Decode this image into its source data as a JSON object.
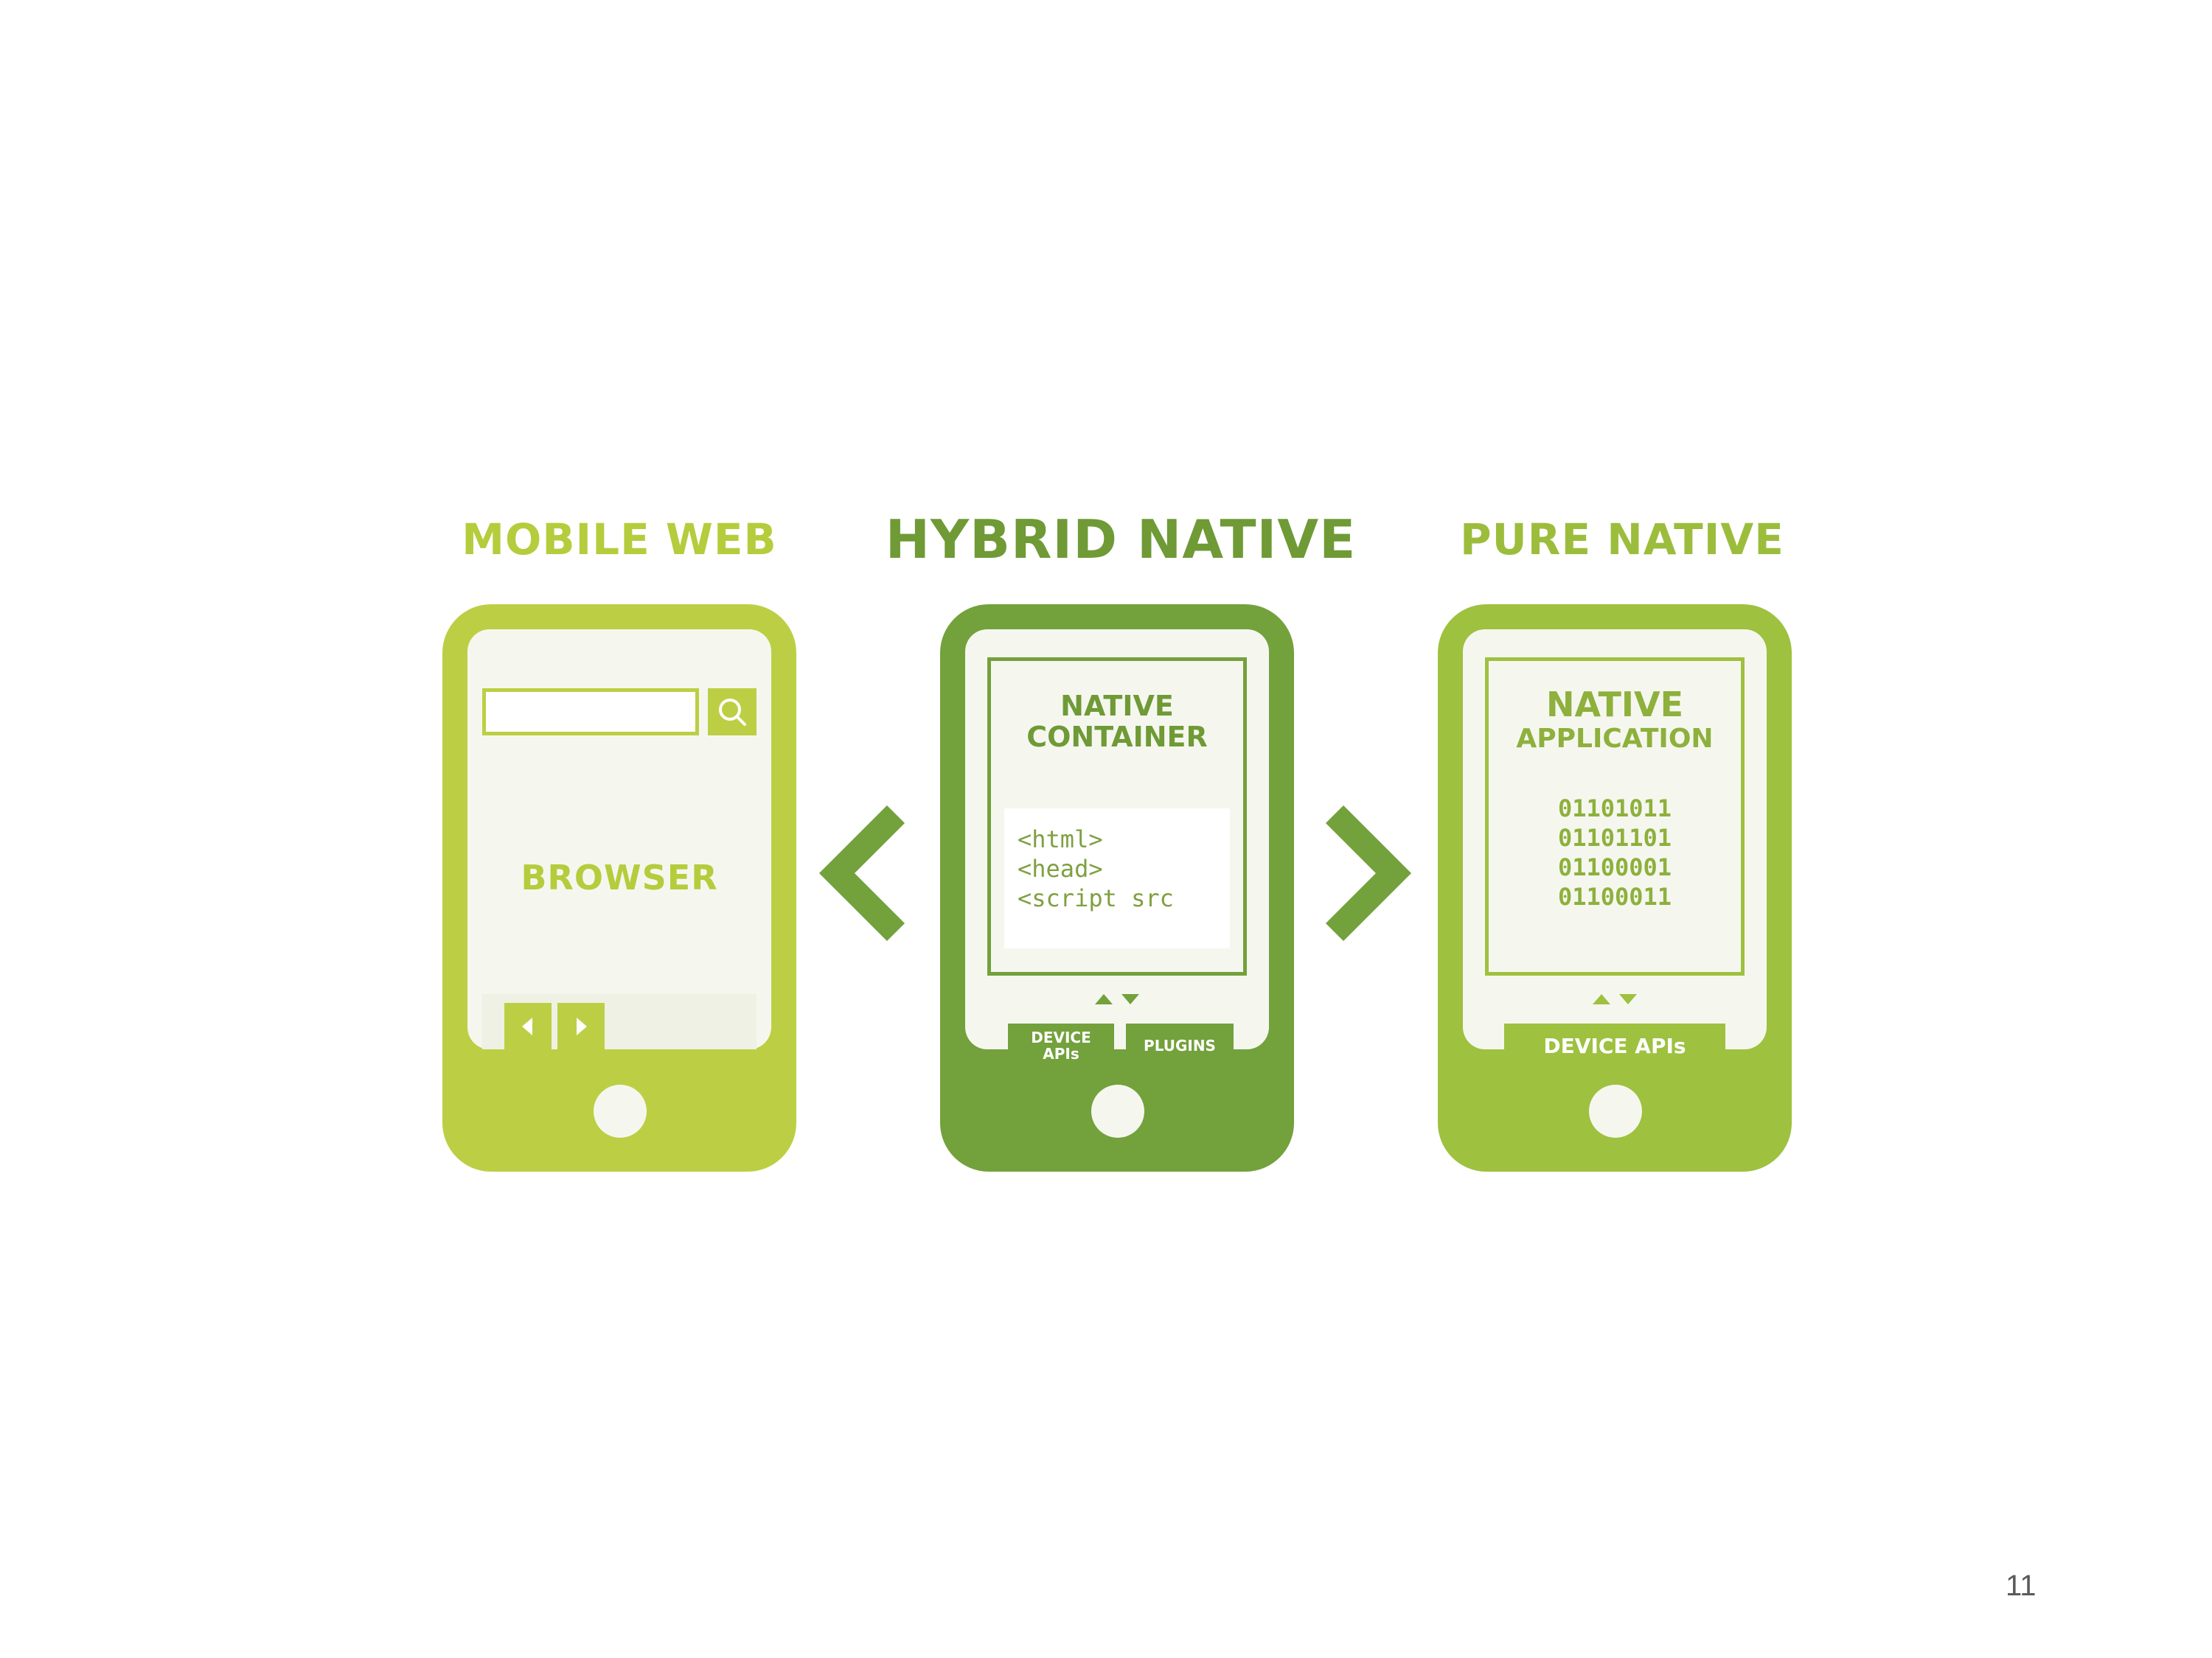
{
  "headings": {
    "mobile_web": "MOBILE WEB",
    "hybrid_native": "HYBRID NATIVE",
    "pure_native": "PURE NATIVE"
  },
  "mobile_web": {
    "screen_label": "BROWSER"
  },
  "hybrid_native": {
    "container_title_line1": "NATIVE",
    "container_title_line2": "CONTAINER",
    "code_lines": [
      "<html>",
      "<head>",
      "<script src"
    ],
    "device_apis_line1": "DEVICE",
    "device_apis_line2": "APIs",
    "plugins": "PLUGINS"
  },
  "pure_native": {
    "app_title_line1": "NATIVE",
    "app_title_line2": "APPLICATION",
    "binary_lines": [
      "01101011",
      "01101101",
      "01100001",
      "01100011"
    ],
    "device_apis": "DEVICE APIs"
  },
  "icons": {
    "search": "search-icon",
    "left_chevron": "chevron-left-icon",
    "right_chevron": "chevron-right-icon",
    "sync_arrows": "up-down-arrows-icon"
  },
  "colors": {
    "mobile_web": "#bccf44",
    "hybrid_native": "#73a13c",
    "pure_native": "#9ec13f"
  },
  "page_number": "11"
}
